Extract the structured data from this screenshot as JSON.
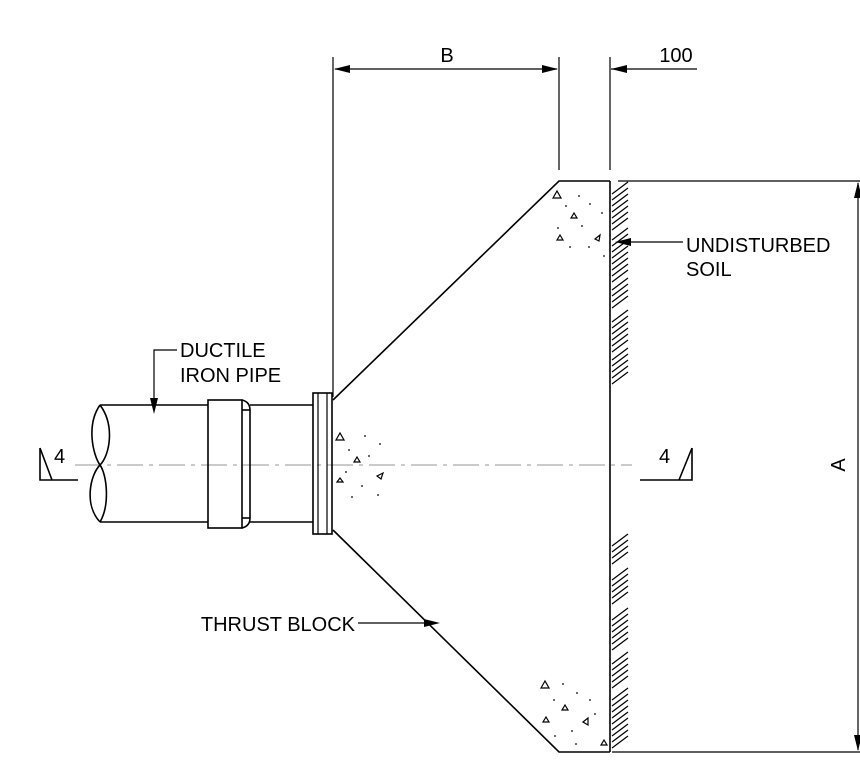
{
  "labels": {
    "dim_b": "B",
    "dim_100": "100",
    "dim_a": "A",
    "soil_line1": "UNDISTURBED",
    "soil_line2": "SOIL",
    "pipe_line1": "DUCTILE",
    "pipe_line2": "IRON PIPE",
    "thrust_block": "THRUST BLOCK",
    "section_left": "4",
    "section_right": "4"
  },
  "colors": {
    "lines": "#000000",
    "centerline": "#aaaaaa",
    "background": "#ffffff"
  }
}
